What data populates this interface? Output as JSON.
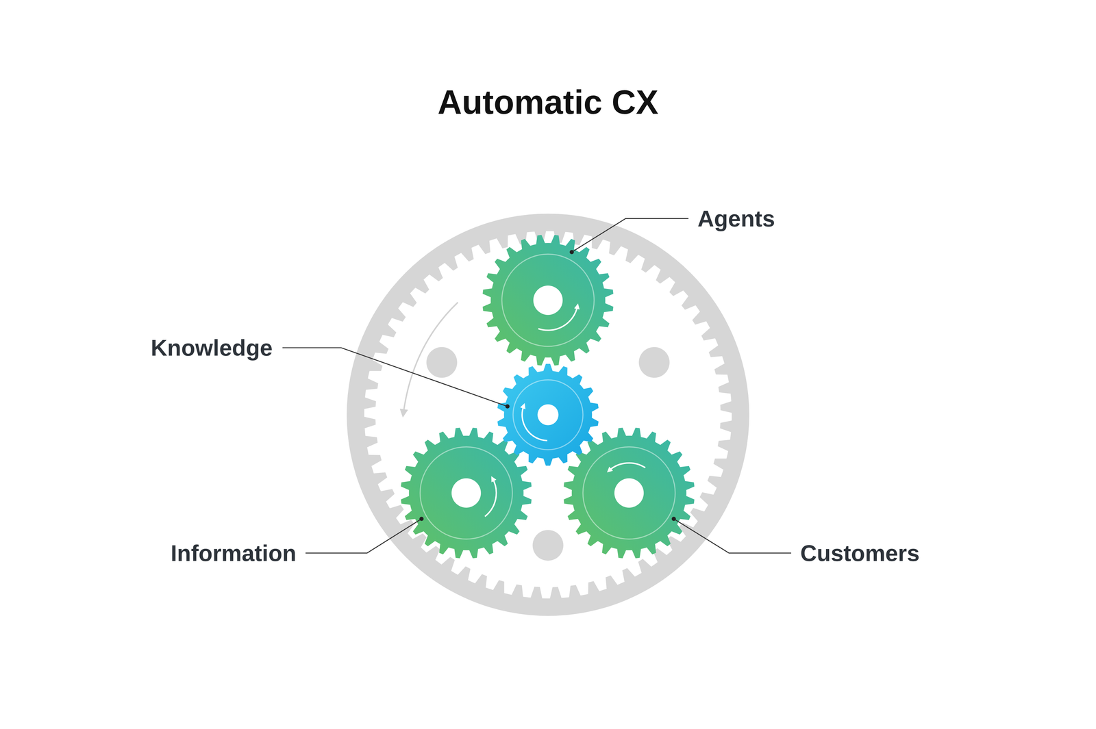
{
  "diagram": {
    "title": "Automatic CX",
    "labels": [
      "Agents",
      "Knowledge",
      "Information",
      "Customers"
    ]
  }
}
